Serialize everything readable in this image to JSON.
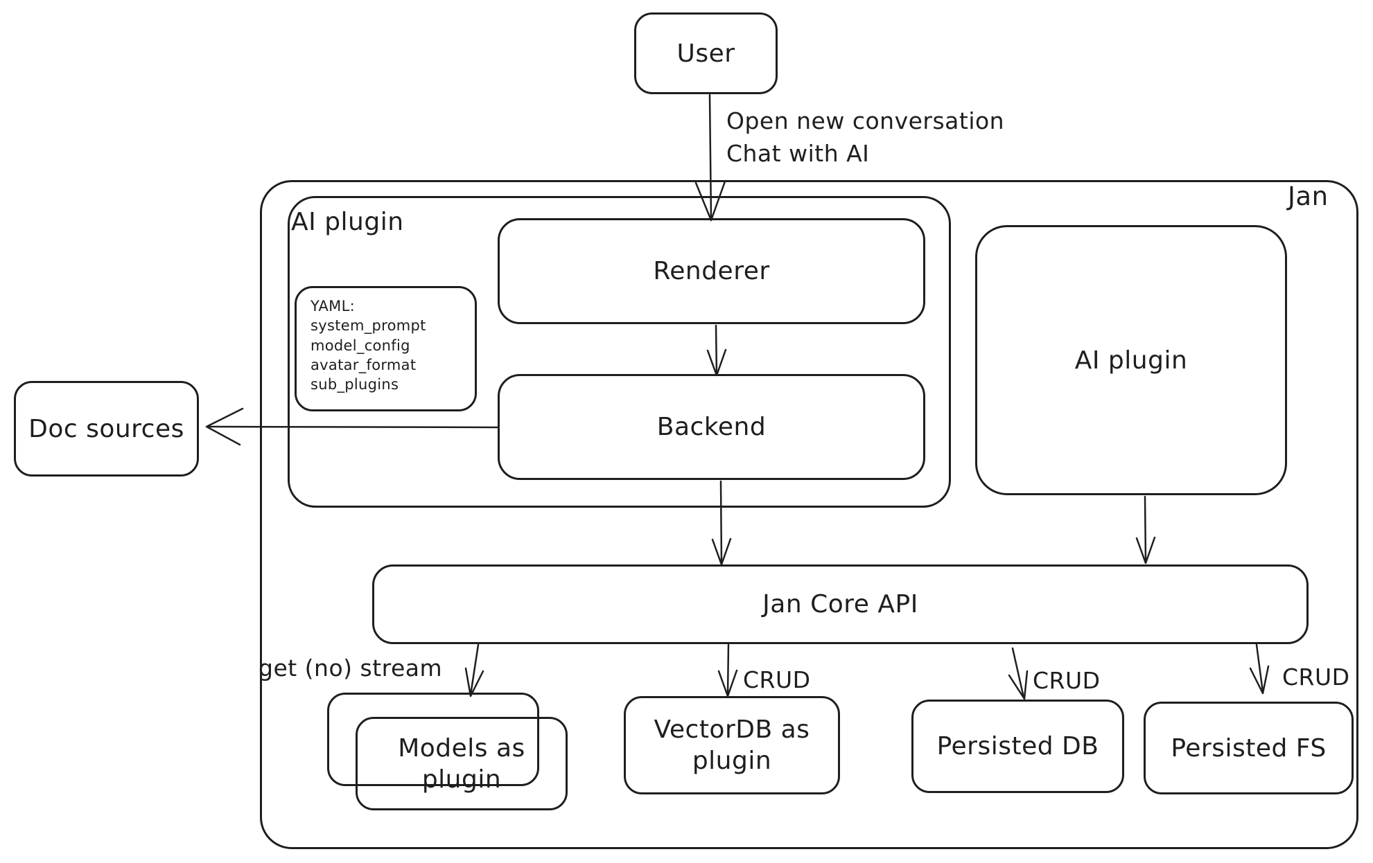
{
  "diagram": {
    "colors": {
      "stroke": "#1e1e1e",
      "background": "#ffffff"
    },
    "nodes": {
      "user": "User",
      "jan_container": "Jan",
      "ai_plugin_container": "AI plugin",
      "renderer": "Renderer",
      "yaml_note": "YAML:\nsystem_prompt\nmodel_config\navatar_format\nsub_plugins",
      "backend": "Backend",
      "doc_sources": "Doc sources",
      "ai_plugin_box": "AI plugin",
      "jan_core_api": "Jan Core API",
      "models_as_plugin": "Models as plugin",
      "vectordb_as_plugin": "VectorDB as plugin",
      "persisted_db": "Persisted DB",
      "persisted_fs": "Persisted FS"
    },
    "edge_labels": {
      "user_flow": "Open new conversation\nChat with AI",
      "get_no_stream": "get (no) stream",
      "crud_vectordb": "CRUD",
      "crud_persisted_db": "CRUD",
      "crud_persisted_fs": "CRUD"
    }
  }
}
